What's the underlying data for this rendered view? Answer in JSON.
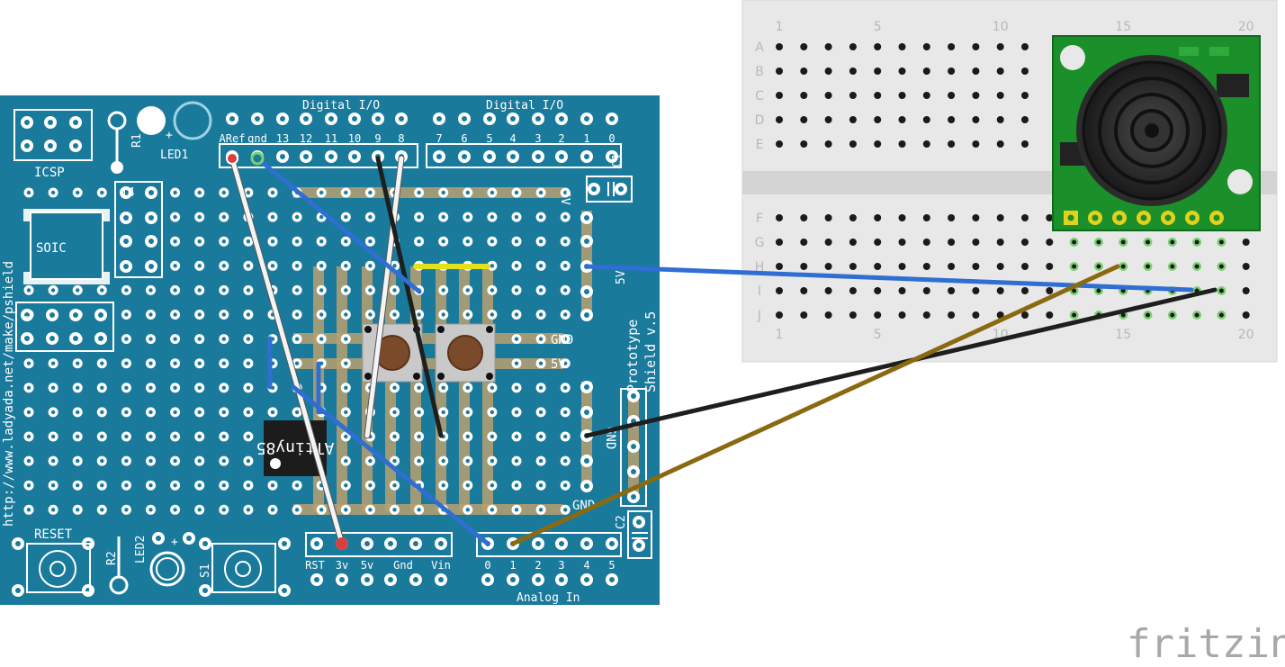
{
  "shield": {
    "url_text": "http://www.ladyada.net/make/pshield",
    "title_line1": "Prototype",
    "title_line2": "Shield v.5",
    "icsp": "ICSP",
    "soic": "SOIC",
    "pin14": "14",
    "pin1": "1",
    "r1": "R1",
    "led1": "LED1",
    "plus": "+",
    "digital_io_left": "Digital I/O",
    "digital_io_right": "Digital I/O",
    "c1": "C1",
    "c2": "C2",
    "five_v_top": "5V",
    "five_v_side": "5V",
    "gnd_side": "GND",
    "gnd_rail": "GND",
    "five_v_rail": "5V",
    "gnd_bottom": "GND",
    "reset": "RESET",
    "r2": "R2",
    "led2": "LED2",
    "s1": "S1",
    "analog_in": "Analog In",
    "digital_pins": [
      "ARef",
      "gnd",
      "13",
      "12",
      "11",
      "10",
      "9",
      "8",
      "7",
      "6",
      "5",
      "4",
      "3",
      "2",
      "1",
      "0"
    ],
    "power_pins": [
      "RST",
      "3v",
      "5v",
      "Gnd",
      "Vin"
    ],
    "analog_pins": [
      "0",
      "1",
      "2",
      "3",
      "4",
      "5"
    ],
    "ic_label": "ATtiny85"
  },
  "breadboard": {
    "col_numbers": [
      "1",
      "5",
      "10",
      "15",
      "20"
    ],
    "rows_top": [
      "A",
      "B",
      "C",
      "D",
      "E"
    ],
    "rows_bottom": [
      "F",
      "G",
      "H",
      "I",
      "J"
    ]
  },
  "watermark": "fritzing",
  "colors": {
    "pcb": "#1a7a9c",
    "wire_blue": "#2f6ed2",
    "wire_black": "#1e1e1e",
    "wire_white": "#f4f4f4",
    "wire_yellow": "#e4e01a",
    "wire_brown": "#8a6a10",
    "sensor_green": "#1a8f2a",
    "breadboard": "#e8e8e8"
  }
}
